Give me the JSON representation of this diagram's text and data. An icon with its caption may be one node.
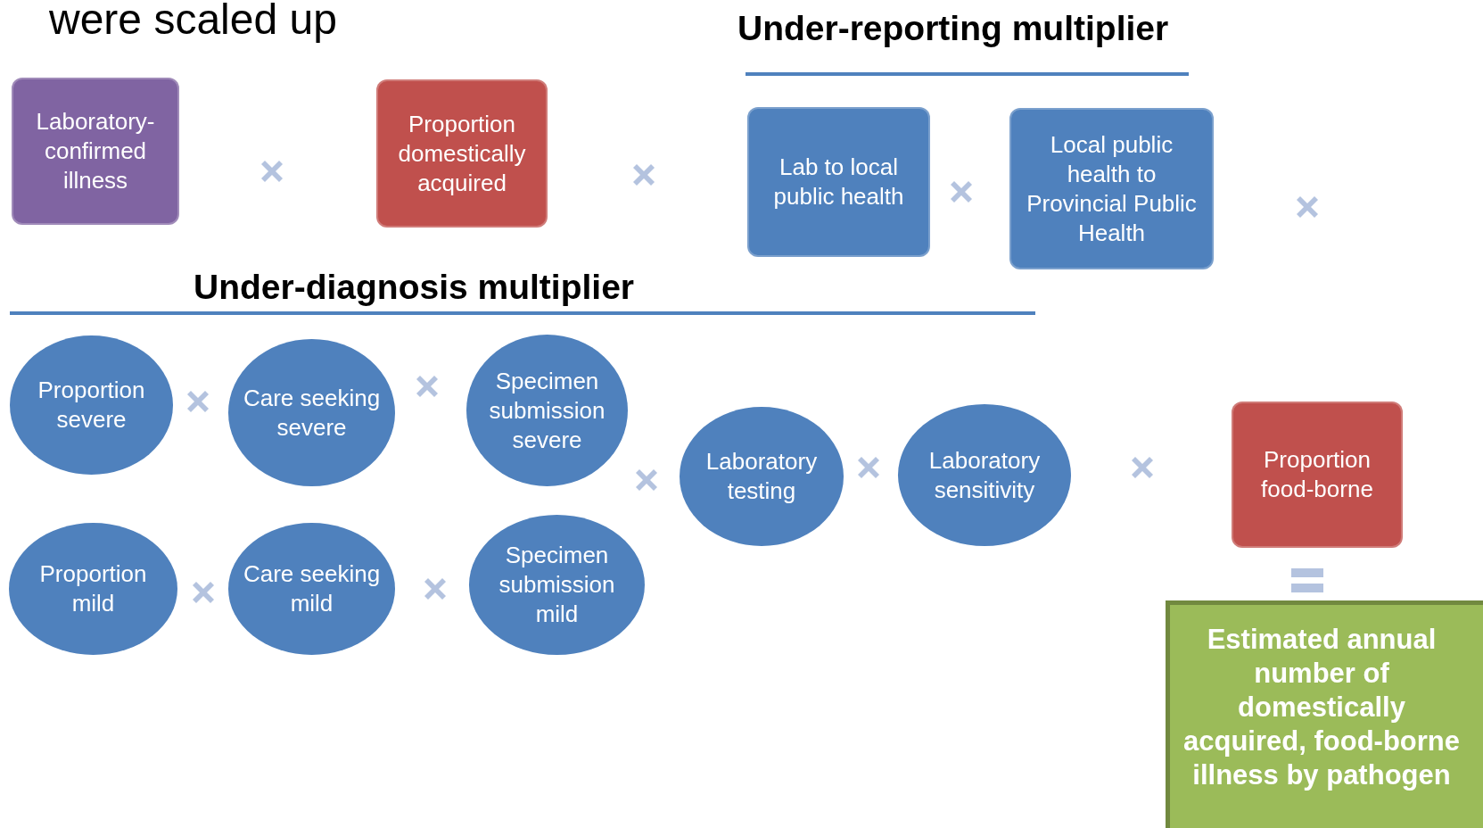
{
  "diagram": {
    "title": "were scaled up",
    "nodes": [
      {
        "text": [
          "Laboratory-confirmed illness"
        ]
      },
      {
        "text": [
          "Proportion domestically acquired"
        ]
      },
      {
        "text": [
          "Lab to local public health"
        ]
      },
      {
        "text": [
          "Local public health to Provincial Public Health"
        ]
      },
      {
        "text": [
          "Proportion severe"
        ]
      },
      {
        "text": [
          "Care seeking severe"
        ]
      },
      {
        "text": [
          "Specimen submission severe"
        ]
      },
      {
        "text": [
          "Proportion mild"
        ]
      },
      {
        "text": [
          "Care seeking mild"
        ]
      },
      {
        "text": [
          "Specimen submission mild"
        ]
      },
      {
        "text": [
          "Laboratory testing"
        ]
      },
      {
        "text": [
          "Laboratory sensitivity"
        ]
      },
      {
        "text": [
          "Proportion food-borne"
        ]
      },
      {
        "text": [
          "Estimated annual number of domestically acquired, food-borne illness by pathogen"
        ]
      }
    ],
    "labels": [
      "Under-reporting multiplier",
      "Under-diagnosis multiplier"
    ]
  }
}
